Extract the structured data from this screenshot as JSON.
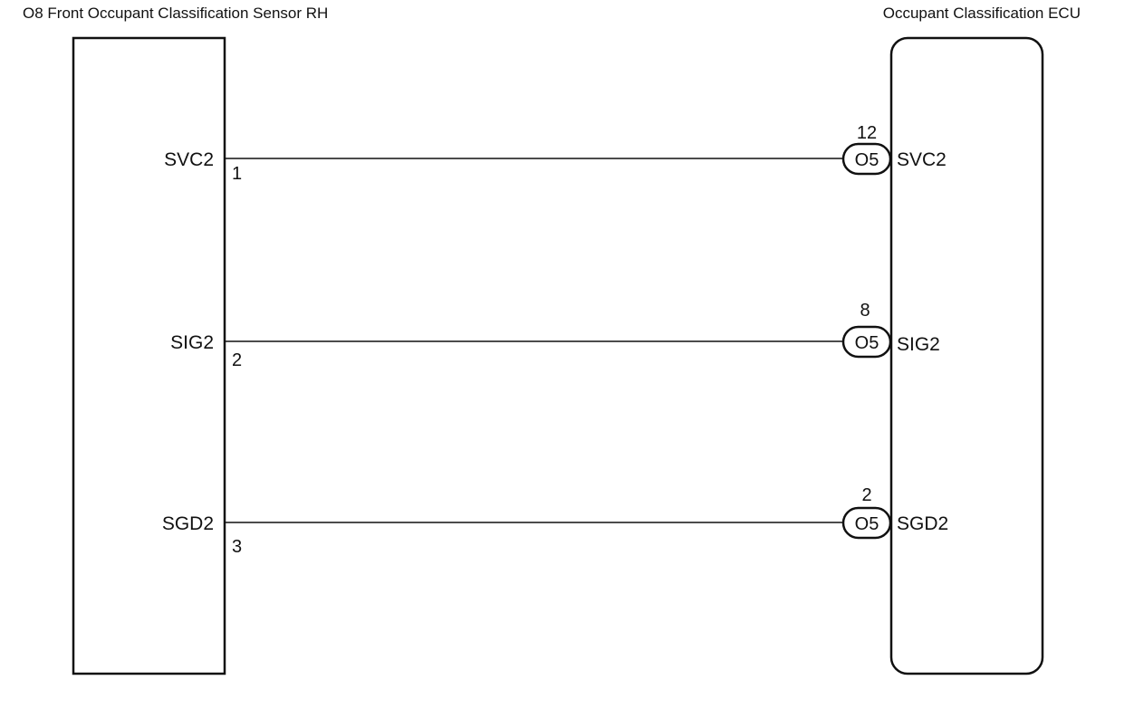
{
  "left_component": {
    "title": "O8  Front Occupant Classification Sensor RH"
  },
  "right_component": {
    "title": "Occupant Classification ECU"
  },
  "wires": [
    {
      "left_pin_name": "SVC2",
      "left_pin_number": "1",
      "connector": "O5",
      "right_pin_number": "12",
      "right_pin_name": "SVC2"
    },
    {
      "left_pin_name": "SIG2",
      "left_pin_number": "2",
      "connector": "O5",
      "right_pin_number": "8",
      "right_pin_name": "SIG2"
    },
    {
      "left_pin_name": "SGD2",
      "left_pin_number": "3",
      "connector": "O5",
      "right_pin_number": "2",
      "right_pin_name": "SGD2"
    }
  ]
}
